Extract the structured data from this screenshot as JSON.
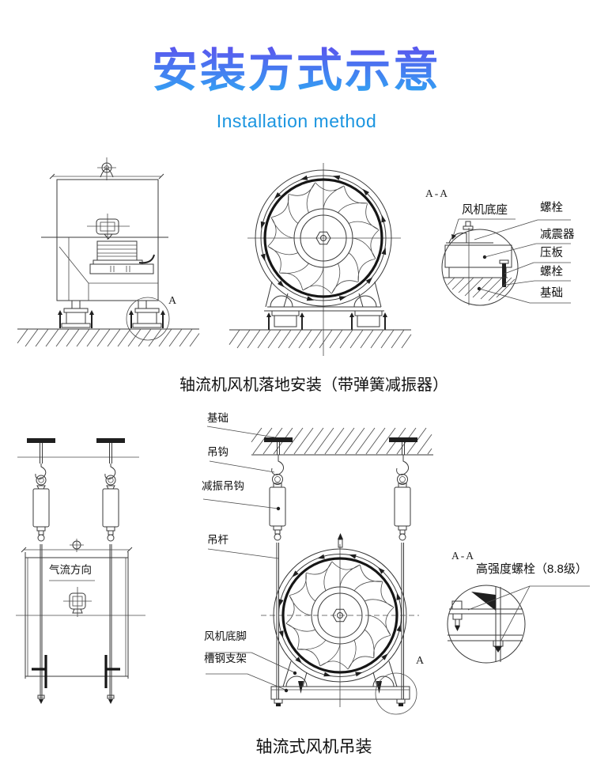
{
  "header": {
    "title": "安装方式示意",
    "subtitle": "Installation method"
  },
  "floor_install": {
    "caption": "轴流机风机落地安装（带弹簧减振器）",
    "section_marker": "A",
    "detail": {
      "view_label": "A-A",
      "base_label": "风机底座",
      "right_labels": [
        "螺栓",
        "减震器",
        "压板",
        "螺栓",
        "基础"
      ]
    }
  },
  "hoist_install": {
    "caption": "轴流式风机吊装",
    "section_marker": "A",
    "airflow_label": "气流方向",
    "left_labels": [
      "基础",
      "吊钩",
      "减振吊钩",
      "吊杆",
      "风机底脚",
      "槽钢支架"
    ],
    "detail": {
      "view_label": "A-A",
      "bolt_label": "高强度螺栓（8.8级）"
    }
  }
}
